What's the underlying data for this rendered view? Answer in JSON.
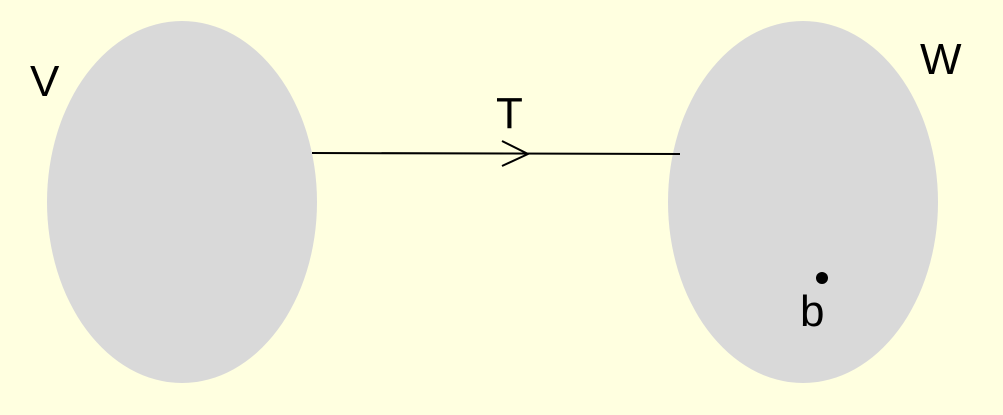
{
  "diagram": {
    "domain_set": {
      "label": "V"
    },
    "codomain_set": {
      "label": "W"
    },
    "mapping": {
      "label": "T"
    },
    "point": {
      "label": "b"
    }
  },
  "colors": {
    "background": "#ffffe0",
    "set_fill": "#d9d9d9",
    "stroke": "#000000"
  }
}
